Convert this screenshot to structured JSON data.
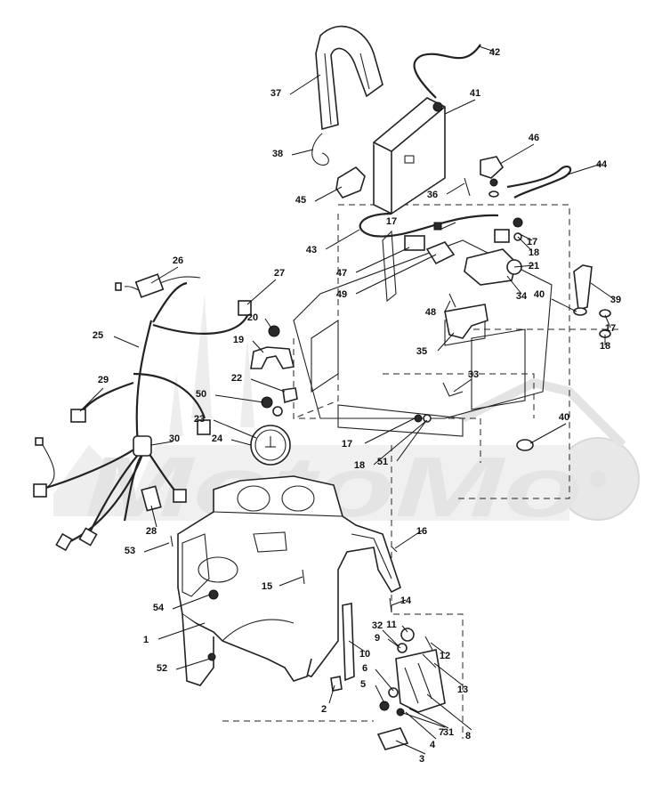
{
  "callouts": [
    {
      "n": "1"
    },
    {
      "n": "2"
    },
    {
      "n": "3"
    },
    {
      "n": "4"
    },
    {
      "n": "5"
    },
    {
      "n": "6"
    },
    {
      "n": "7"
    },
    {
      "n": "8"
    },
    {
      "n": "9"
    },
    {
      "n": "10"
    },
    {
      "n": "11"
    },
    {
      "n": "12"
    },
    {
      "n": "13"
    },
    {
      "n": "14"
    },
    {
      "n": "15"
    },
    {
      "n": "16"
    },
    {
      "n": "17"
    },
    {
      "n": "17"
    },
    {
      "n": "17"
    },
    {
      "n": "17"
    },
    {
      "n": "18"
    },
    {
      "n": "18"
    },
    {
      "n": "18"
    },
    {
      "n": "19"
    },
    {
      "n": "20"
    },
    {
      "n": "21"
    },
    {
      "n": "22"
    },
    {
      "n": "23"
    },
    {
      "n": "24"
    },
    {
      "n": "25"
    },
    {
      "n": "26"
    },
    {
      "n": "27"
    },
    {
      "n": "28"
    },
    {
      "n": "29"
    },
    {
      "n": "30"
    },
    {
      "n": "31"
    },
    {
      "n": "32"
    },
    {
      "n": "33"
    },
    {
      "n": "34"
    },
    {
      "n": "35"
    },
    {
      "n": "36"
    },
    {
      "n": "37"
    },
    {
      "n": "38"
    },
    {
      "n": "39"
    },
    {
      "n": "40"
    },
    {
      "n": "40"
    },
    {
      "n": "41"
    },
    {
      "n": "42"
    },
    {
      "n": "43"
    },
    {
      "n": "44"
    },
    {
      "n": "45"
    },
    {
      "n": "46"
    },
    {
      "n": "47"
    },
    {
      "n": "48"
    },
    {
      "n": "49"
    },
    {
      "n": "50"
    },
    {
      "n": "51"
    },
    {
      "n": "52"
    },
    {
      "n": "53"
    },
    {
      "n": "54"
    }
  ],
  "watermark": {
    "text": "MotoMo",
    "icon": "motorcycle-watermark-icon"
  },
  "colors": {
    "ink": "#111111",
    "paper": "#ffffff",
    "watermark": "#e6e6e6"
  }
}
